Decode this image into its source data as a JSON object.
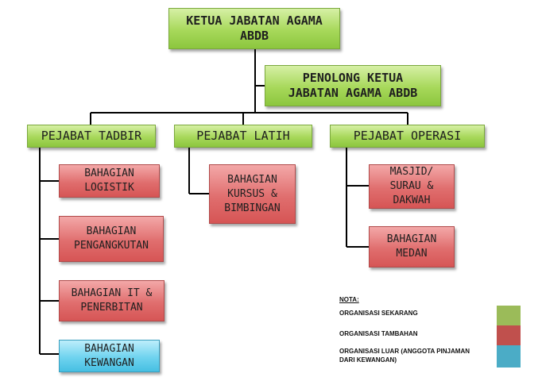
{
  "nodes": {
    "ketua": "KETUA JABATAN AGAMA\nABDB",
    "penolong": "PENOLONG KETUA\nJABATAN AGAMA ABDB",
    "tadbir": "PEJABAT TADBIR",
    "latih": "PEJABAT LATIH",
    "operasi": "PEJABAT OPERASI",
    "logistik": "BAHAGIAN\nLOGISTIK",
    "pengangkutan": "BAHAGIAN\nPENGANGKUTAN",
    "it": "BAHAGIAN IT &\nPENERBITAN",
    "kewangan": "BAHAGIAN\nKEWANGAN",
    "kursus": "BAHAGIAN\nKURSUS &\nBIMBINGAN",
    "masjid": "MASJID/\nSURAU &\nDAKWAH",
    "medan": "BAHAGIAN\nMEDAN"
  },
  "legend": {
    "title": "NOTA:",
    "items": [
      {
        "label": "ORGANISASI SEKARANG",
        "color": "#9bbb59"
      },
      {
        "label": "ORGANISASI TAMBAHAN",
        "color": "#c0504d"
      },
      {
        "label": "ORGANISASI LUAR (ANGGOTA PINJAMAN\nDARI KEWANGAN)",
        "color": "#4bacc6"
      }
    ]
  }
}
